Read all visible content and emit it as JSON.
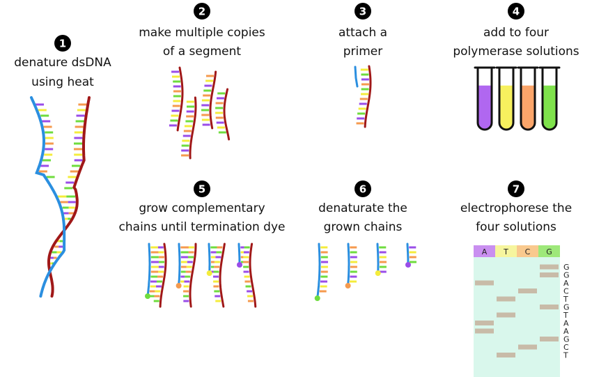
{
  "steps": [
    {
      "number": "1",
      "line1": "denature dsDNA",
      "line2": "using heat"
    },
    {
      "number": "2",
      "line1": "make multiple copies",
      "line2": "of a segment"
    },
    {
      "number": "3",
      "line1": "attach a",
      "line2": "primer"
    },
    {
      "number": "4",
      "line1": "add to four",
      "line2": "polymerase solutions"
    },
    {
      "number": "5",
      "line1": "grow complementary",
      "line2": "chains until termination dye"
    },
    {
      "number": "6",
      "line1": "denaturate the",
      "line2": "grown chains"
    },
    {
      "number": "7",
      "line1": "electrophorese the",
      "line2": "four solutions"
    }
  ],
  "colors": {
    "strand_red": "#a01818",
    "strand_blue": "#2b8fe0",
    "base_purple": "#9a4de8",
    "base_yellow": "#f4ec3c",
    "base_orange": "#f59a4e",
    "base_green": "#6fdc3e",
    "gel_bg": "#d9f7ec",
    "band": "#c8bba8"
  },
  "tubes": [
    {
      "color": "#b067f0",
      "fill_fraction": 0.72
    },
    {
      "color": "#f7f15e",
      "fill_fraction": 0.72
    },
    {
      "color": "#fba56a",
      "fill_fraction": 0.72
    },
    {
      "color": "#7fe24c",
      "fill_fraction": 0.72
    }
  ],
  "gel": {
    "lanes": [
      {
        "label": "A",
        "color": "#c98ff0"
      },
      {
        "label": "T",
        "color": "#f6f59e"
      },
      {
        "label": "C",
        "color": "#f9c98e"
      },
      {
        "label": "G",
        "color": "#9ee87a"
      }
    ],
    "sequence": [
      "G",
      "G",
      "A",
      "C",
      "T",
      "G",
      "T",
      "A",
      "A",
      "G",
      "C",
      "T"
    ]
  }
}
